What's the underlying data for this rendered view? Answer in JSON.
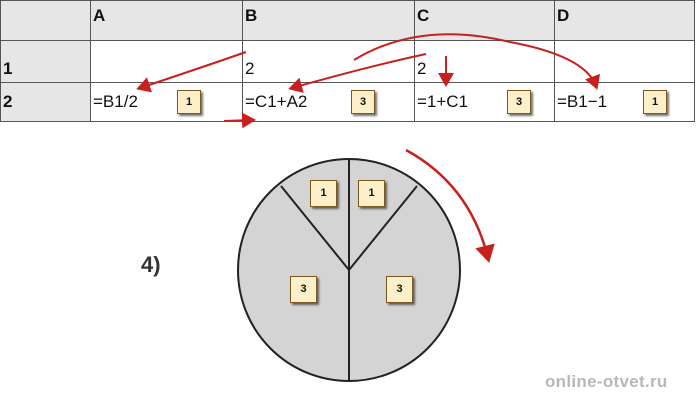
{
  "table": {
    "columns": [
      "",
      "A",
      "B",
      "C",
      "D"
    ],
    "rows": [
      {
        "header": "1",
        "cells": [
          "",
          "2",
          "2",
          ""
        ]
      },
      {
        "header": "2",
        "cells": [
          "=B1/2",
          "=C1+A2",
          "=1+C1",
          "=B1−1"
        ],
        "badges": [
          "1",
          "3",
          "3",
          "1"
        ]
      }
    ]
  },
  "figure": {
    "label": "4)",
    "slices": [
      "1",
      "1",
      "3",
      "3"
    ]
  },
  "watermark": "online-otvet.ru",
  "colors": {
    "arrow": "#c8201c",
    "pie_fill": "#d4d4d4",
    "header_bg": "#e6e6e6",
    "badge_bg": "#fdf0c8"
  }
}
